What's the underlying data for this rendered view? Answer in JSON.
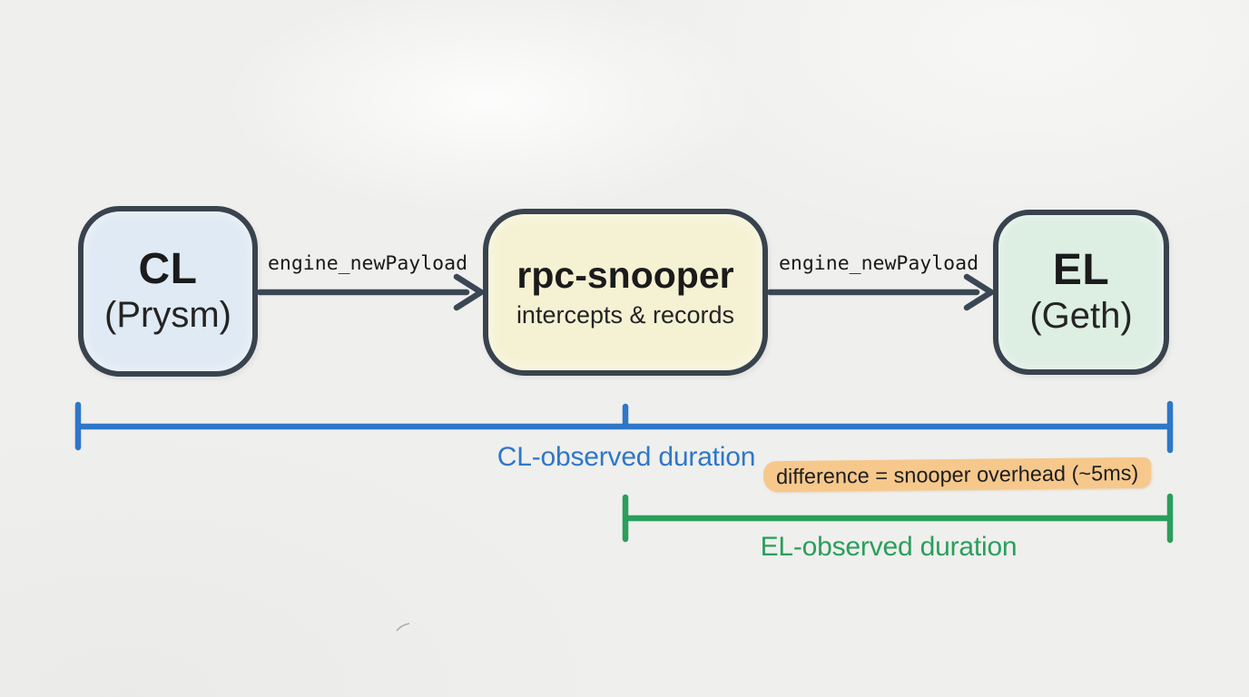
{
  "nodes": [
    {
      "title": "CL",
      "subtitle": "(Prysm)",
      "fill": "#e0eaf4"
    },
    {
      "title": "rpc-snooper",
      "subtitle": "intercepts & records",
      "fill": "#f5f2d4"
    },
    {
      "title": "EL",
      "subtitle": "(Geth)",
      "fill": "#ddeee3"
    }
  ],
  "edges": [
    {
      "label": "engine_newPayload"
    },
    {
      "label": "engine_newPayload"
    }
  ],
  "brackets": [
    {
      "label": "CL-observed duration",
      "color": "#2e77c8"
    },
    {
      "label": "EL-observed duration",
      "color": "#2a9e5c"
    }
  ],
  "annotation": {
    "text": "difference = snooper overhead (~5ms)",
    "highlight_color": "#f6c88c",
    "text_color": "#1e1e1e"
  },
  "colors": {
    "background": "#efefed",
    "node_border": "#39434e",
    "arrow": "#3b4755"
  }
}
